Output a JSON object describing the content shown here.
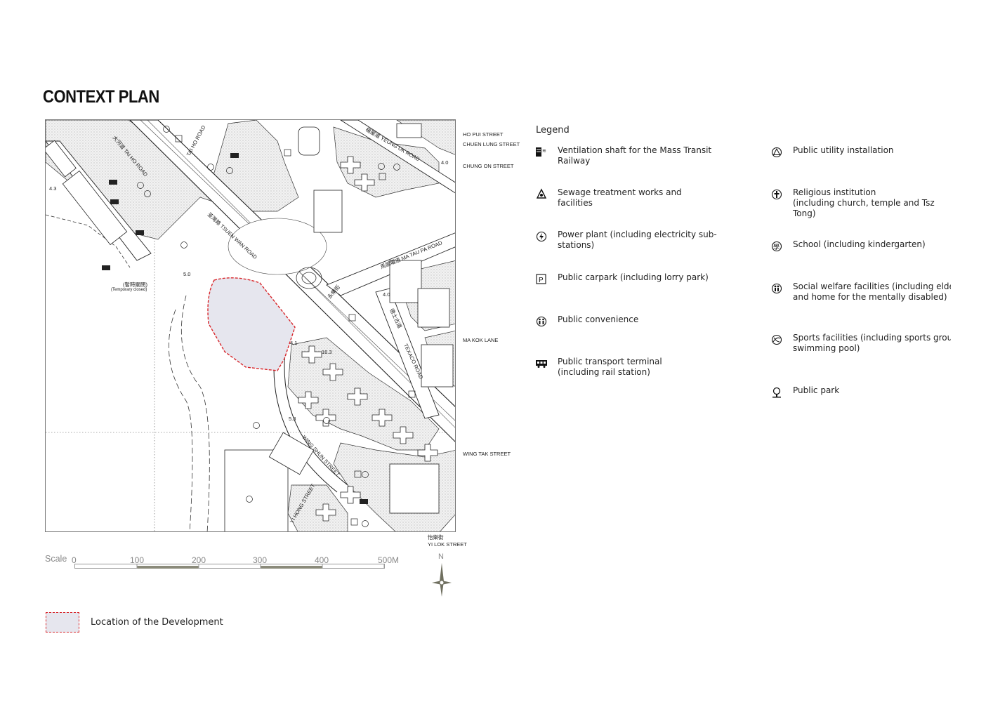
{
  "title": "CONTEXT PLAN",
  "legend": {
    "heading": "Legend",
    "items": [
      {
        "icon": "ventilation-shaft-icon",
        "text": "Ventilation shaft for the Mass Transit Railway"
      },
      {
        "icon": "sewage-icon",
        "text": "Sewage treatment works and facilities"
      },
      {
        "icon": "power-plant-icon",
        "text": "Power plant (including electricity sub-stations)"
      },
      {
        "icon": "carpark-icon",
        "text": "Public carpark (including lorry park)"
      },
      {
        "icon": "public-convenience-icon",
        "text": "Public convenience"
      },
      {
        "icon": "transport-terminal-icon",
        "text": "Public transport terminal\n(including rail station)"
      },
      {
        "icon": "public-utility-icon",
        "text": "Public utility installation"
      },
      {
        "icon": "religious-icon",
        "text": "Religious institution\n(including church, temple and Tsz Tong)"
      },
      {
        "icon": "school-icon",
        "text": "School (including kindergarten)"
      },
      {
        "icon": "social-welfare-icon",
        "text": "Social welfare facilities (including elderly\nand home for the mentally disabled)"
      },
      {
        "icon": "sports-icon",
        "text": "Sports facilities (including sports ground\nswimming pool)"
      },
      {
        "icon": "public-park-icon",
        "text": "Public park"
      }
    ]
  },
  "map": {
    "streets": {
      "ho_pui": "HO PUI STREET",
      "chuen_lung": "CHUEN LUNG STREET",
      "chung_on": "CHUNG ON STREET",
      "ma_kok": "MA KOK LANE",
      "wing_tak": "WING TAK STREET",
      "yi_lok": "YI LOK STREET",
      "yi_lok_cn": "怡樂街",
      "tsuen_wan_road": "荃灣路 TSUEN WAN ROAD",
      "tai_ho_road": "大河道 TAI HO ROAD",
      "tai_ho_road_2": "TAI HO ROAD",
      "yeung_uk_road": "楊屋道 YEUNG UK ROAD",
      "ma_tau_pa_road": "馬頭壩道 MA TAU PA ROAD",
      "texaco_road": "TEXACO ROAD",
      "texaco_road_cn": "德士古道",
      "wing_shun_street": "WING SHUN STREET",
      "yi_hong_street": "YI HONG STREET",
      "kai_lok_street": "永樂街"
    },
    "temp_closed_cn": "(暫時關閉)",
    "temp_closed": "(Temporary closed)",
    "spot_heights": [
      "4.3",
      "5.0",
      "4.1",
      "16.3",
      "4.0",
      "4.0",
      "5.3"
    ]
  },
  "scale": {
    "label": "Scale",
    "ticks": [
      "0",
      "100",
      "200",
      "300",
      "400",
      "500M"
    ]
  },
  "north": "N",
  "development": {
    "label": "Location of the Development"
  },
  "colors": {
    "development_fill": "#e6e6ee",
    "development_border": "#d8262b",
    "scale_gray": "#888888"
  }
}
